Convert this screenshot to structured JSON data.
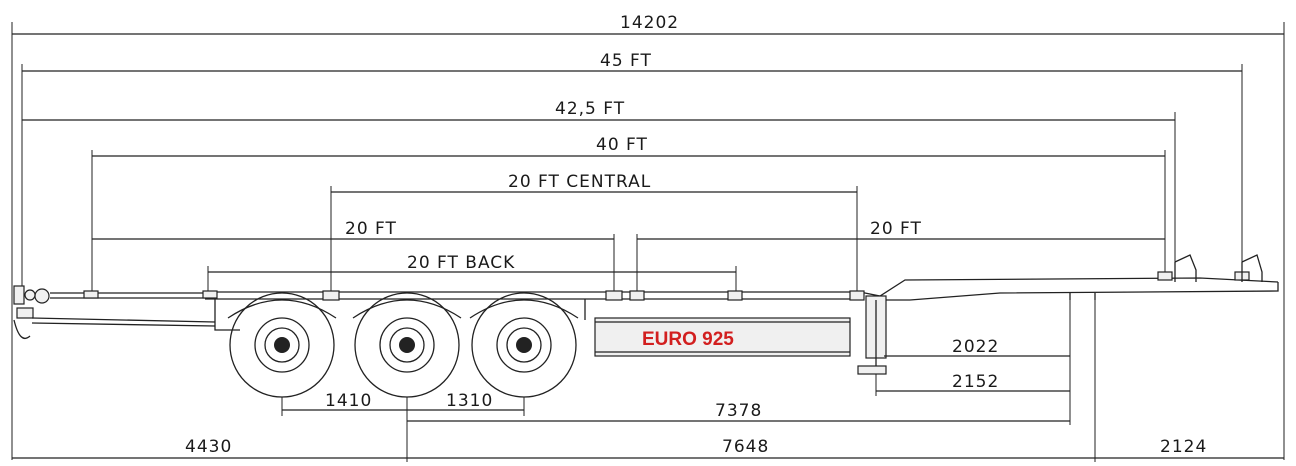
{
  "dimensions": {
    "overall_length": "14202",
    "ft45": "45 FT",
    "ft42_5": "42,5 FT",
    "ft40": "40 FT",
    "ft20_central": "20 FT CENTRAL",
    "ft20_front": "20 FT",
    "ft20_rear": "20 FT",
    "ft20_back": "20 FT BACK",
    "d2022": "2022",
    "d2152": "2152",
    "d7378": "7378",
    "d1410": "1410",
    "d1310": "1310",
    "d4430": "4430",
    "d7648": "7648",
    "d2124": "2124"
  },
  "model_label": "EURO 925",
  "colors": {
    "line": "#222222",
    "label": "#d21f1f",
    "tank_fill": "#f0f0f0"
  }
}
